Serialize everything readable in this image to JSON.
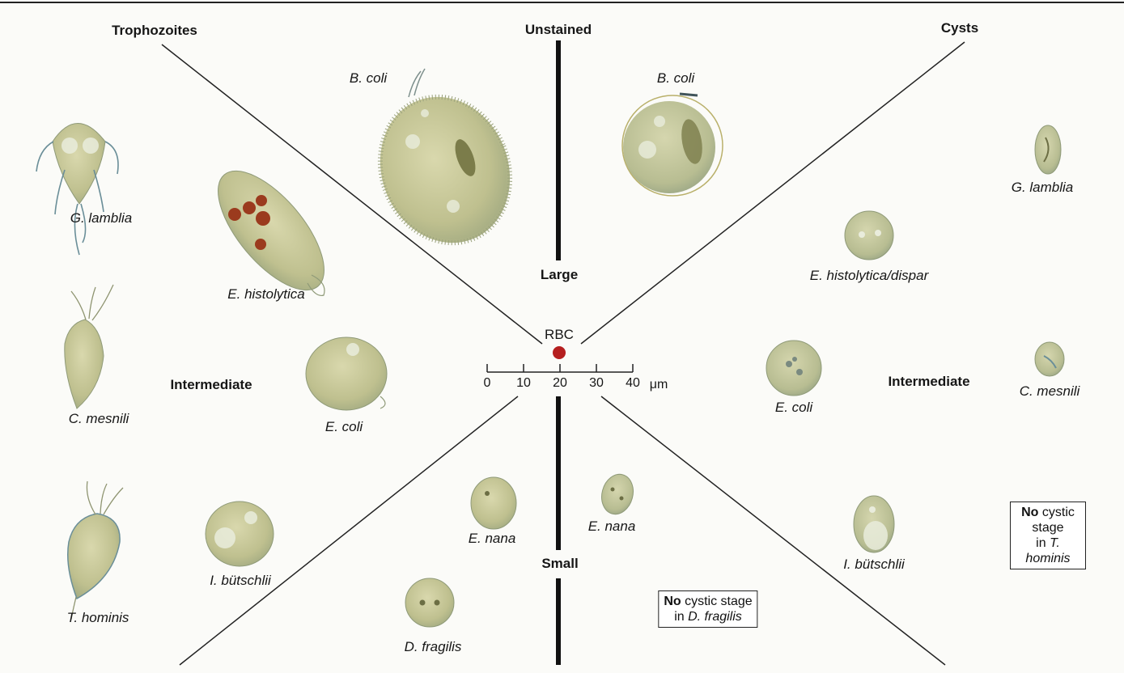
{
  "headings": {
    "trophozoites": "Trophozoites",
    "unstained": "Unstained",
    "cysts": "Cysts",
    "large": "Large",
    "small": "Small",
    "intermediate_left": "Intermediate",
    "intermediate_right": "Intermediate",
    "rbc": "RBC"
  },
  "scale": {
    "ticks": [
      "0",
      "10",
      "20",
      "30",
      "40"
    ],
    "unit": "μm"
  },
  "trophozoites": {
    "b_coli": "B. coli",
    "g_lamblia": "G. lamblia",
    "e_histolytica": "E. histolytica",
    "c_mesnili": "C. mesnili",
    "e_coli": "E. coli",
    "t_hominis": "T. hominis",
    "i_butschlii": "I. bütschlii",
    "e_nana": "E. nana",
    "d_fragilis": "D. fragilis"
  },
  "cysts": {
    "b_coli": "B. coli",
    "g_lamblia": "G. lamblia",
    "e_histolytica_dispar": "E. histolytica/dispar",
    "e_coli": "E. coli",
    "c_mesnili": "C. mesnili",
    "e_nana": "E. nana",
    "i_butschlii": "I. bütschlii"
  },
  "notes": {
    "d_fragilis": {
      "bold": "No",
      "rest": " cystic stage",
      "line2_prefix": "in ",
      "species": "D. fragilis"
    },
    "t_hominis": {
      "bold": "No",
      "rest": " cystic stage",
      "line2_prefix": "in ",
      "species": "T. hominis"
    }
  },
  "colors": {
    "organism_fill": "#c9c99a",
    "organism_edge": "#8f9a78",
    "vacuole": "#e9ecdc",
    "ingested_rbc": "#9b3b1e",
    "rbc": "#b51f1f",
    "flagella": "#6a8e98"
  }
}
